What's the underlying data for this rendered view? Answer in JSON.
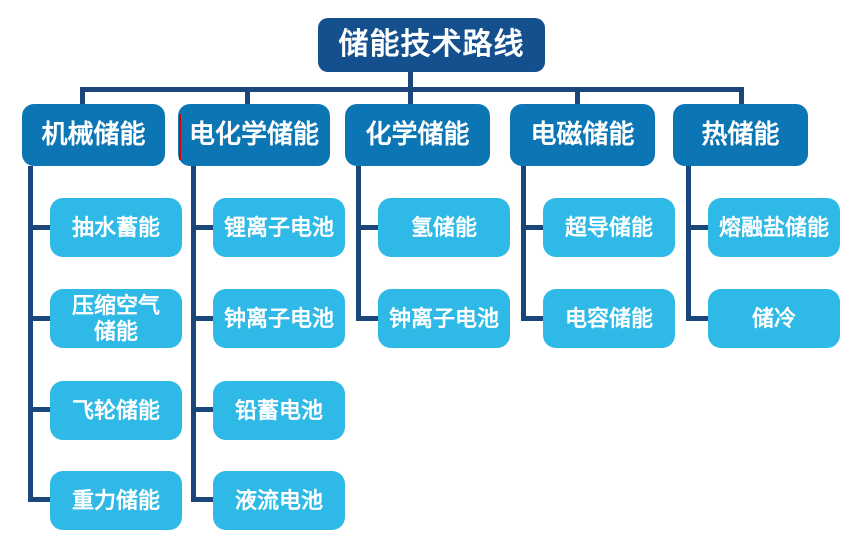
{
  "palette": {
    "title_fill": "#15508e",
    "branch_fill": "#0c76b4",
    "leaf_fill": "#2eb9e6",
    "connector": "#1b4679",
    "text": "#ffffff",
    "artifact_red": "#e10000"
  },
  "tree": {
    "root": {
      "label": "储能技术路线"
    },
    "branches": [
      {
        "label": "机械储能",
        "children": [
          "抽水蓄能",
          "压缩空气\n储能",
          "飞轮储能",
          "重力储能"
        ]
      },
      {
        "label": "电化学储能",
        "children": [
          "锂离子电池",
          "钟离子电池",
          "铅蓄电池",
          "液流电池"
        ]
      },
      {
        "label": "化学储能",
        "children": [
          "氢储能",
          "钟离子电池"
        ]
      },
      {
        "label": "电磁储能",
        "children": [
          "超导储能",
          "电容储能"
        ]
      },
      {
        "label": "热储能",
        "children": [
          "熔融盐储能",
          "储冷"
        ]
      }
    ]
  }
}
